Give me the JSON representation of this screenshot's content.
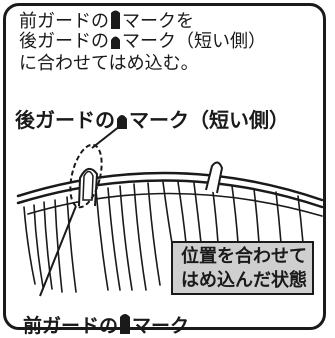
{
  "instruction": {
    "line1": {
      "before": "前ガードの",
      "after": "マークを"
    },
    "line2": {
      "before": "後ガードの",
      "after": "マーク（短い側）"
    },
    "line3": "に合わせてはめ込む。"
  },
  "rear_label": {
    "before": "後ガードの",
    "after": "マーク（短い側）"
  },
  "front_label": {
    "before": "前ガードの",
    "after": "マーク"
  },
  "status": {
    "line1": "位置を合わせて",
    "line2": "はめ込んだ状態"
  },
  "colors": {
    "ink": "#1a1a1a",
    "box_fill": "#cfcfcf"
  },
  "icons": {
    "front_mark": "tall-bar-mark",
    "rear_mark": "short-dome-mark"
  }
}
